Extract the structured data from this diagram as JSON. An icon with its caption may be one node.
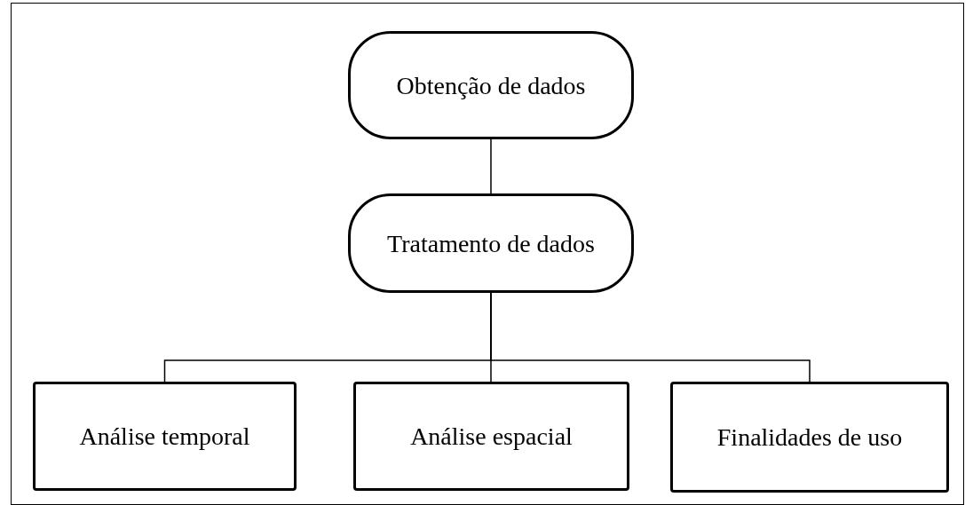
{
  "diagram": {
    "nodes": [
      {
        "text": [
          "Obtenção de dados"
        ]
      },
      {
        "text": [
          "Tratamento de dados"
        ]
      },
      {
        "text": [
          "Análise temporal"
        ]
      },
      {
        "text": [
          "Análise espacial"
        ]
      },
      {
        "text": [
          "Finalidades de uso"
        ]
      }
    ],
    "edges": [
      {
        "from": 0,
        "to": 1,
        "arrow": "none"
      },
      {
        "from": 1,
        "to": 2,
        "arrow": "none"
      },
      {
        "from": 1,
        "to": 3,
        "arrow": "none"
      },
      {
        "from": 1,
        "to": 4,
        "arrow": "none"
      }
    ]
  }
}
